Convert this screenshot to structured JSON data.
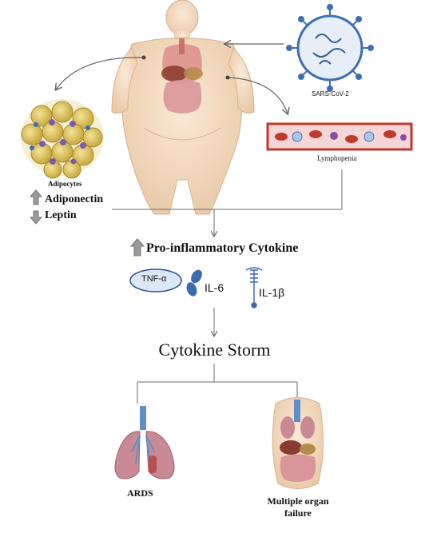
{
  "virus_label": "SARS-CoV-2",
  "adipocytes_label": "Adipocytes",
  "lymphopenia_label": "Lymphopenia",
  "adiponectin_label": "Adiponectin",
  "leptin_label": "Leptin",
  "cytokine_heading": "Pro-inflammatory Cytokine",
  "cytokines": {
    "tnf": "TNF-α",
    "il6": "IL-6",
    "il1b": "IL-1β"
  },
  "storm_label": "Cytokine Storm",
  "ards_label": "ARDS",
  "organ_failure_label": [
    "Multiple organ",
    "failure"
  ],
  "colors": {
    "skin": "#f3dcc2",
    "fat_cell": "#e6cf6a",
    "virus": "#3f6fb3",
    "blood": "#c0392b",
    "lung": "#c98a95",
    "arrow_gray": "#9a9a9a",
    "line": "#6b6b6b"
  }
}
